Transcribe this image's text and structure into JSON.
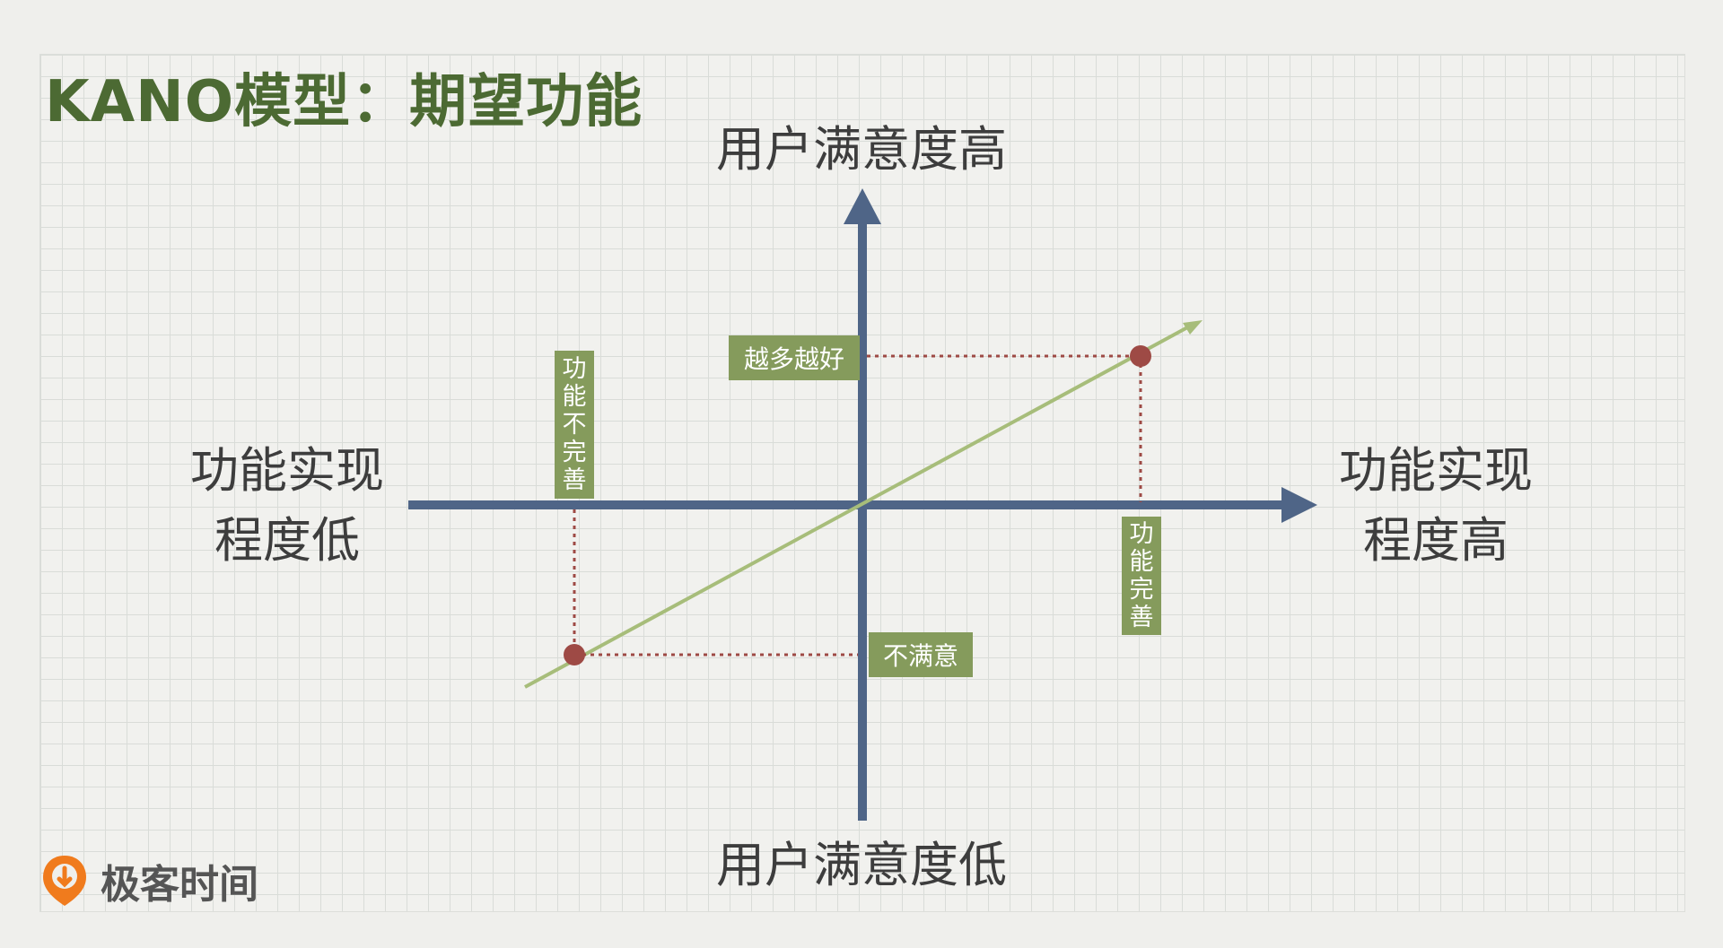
{
  "title": "KANO模型：期望功能",
  "axes": {
    "top": "用户满意度高",
    "bottom": "用户满意度低",
    "left": "功能实现\n程度低",
    "right": "功能实现\n程度高"
  },
  "tags": {
    "more_better": "越多越好",
    "dissatisfied": "不满意",
    "incomplete": "功能不完善",
    "complete": "功能完善"
  },
  "logo": {
    "text": "极客时间",
    "icon": "geektime-logo-icon"
  },
  "colors": {
    "title": "#4c6a33",
    "axis": "#4f6587",
    "trend_line": "#a7bd7a",
    "point": "#9e4a45",
    "tag_bg": "#859b5c",
    "dotted": "#9e4a45"
  }
}
